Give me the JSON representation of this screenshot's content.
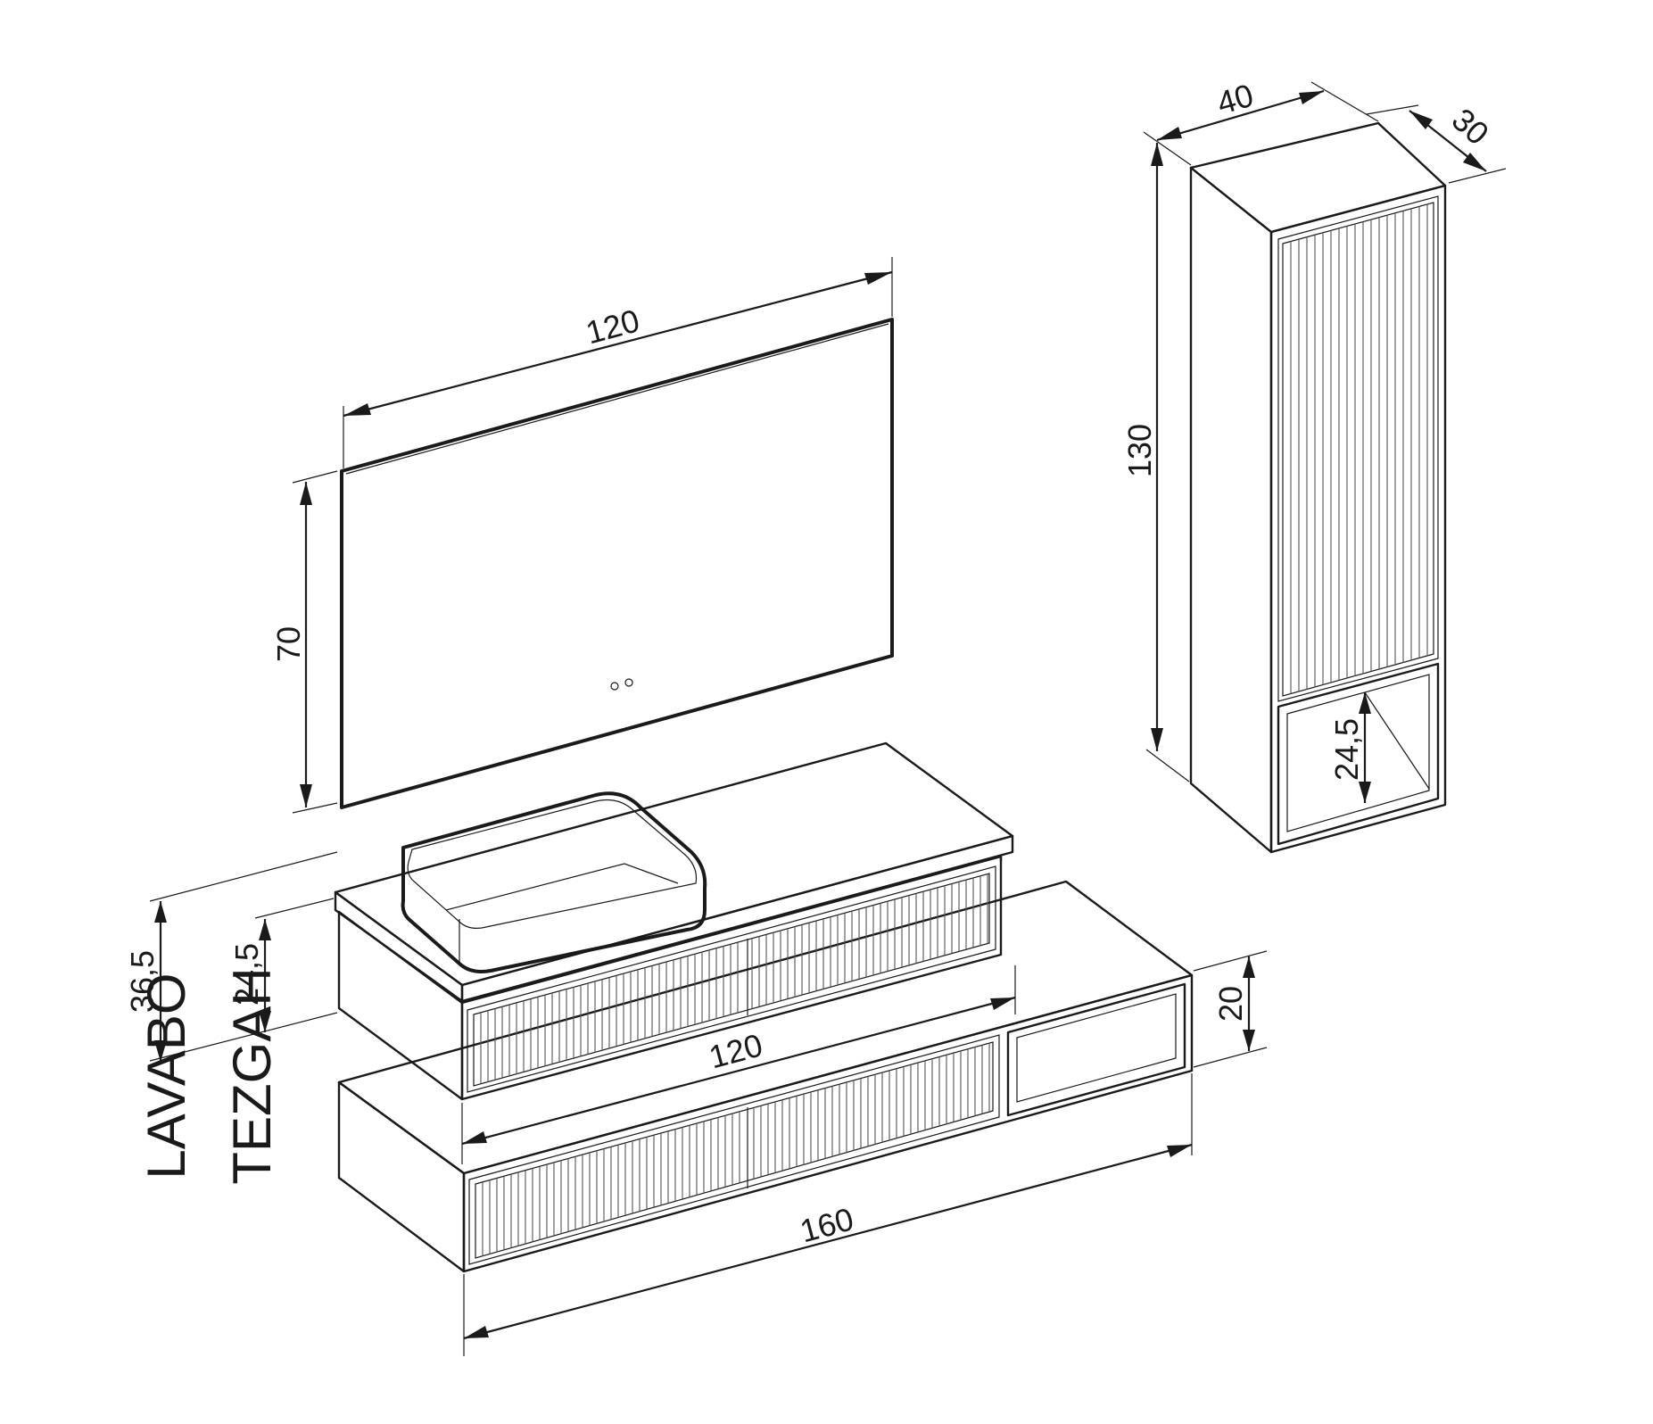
{
  "dimensions": {
    "mirror_width": "120",
    "mirror_height": "70",
    "tall_cabinet_width": "40",
    "tall_cabinet_depth": "30",
    "tall_cabinet_height": "130",
    "tall_cabinet_niche_height": "24,5",
    "sink_unit_total_height": "36,5",
    "sink_unit_body_height": "24,5",
    "sink_unit_width": "120",
    "counter_width": "160",
    "counter_height": "20"
  },
  "labels": {
    "sink_unit": "LAVABO",
    "counter": "TEZGAH"
  },
  "colors": {
    "line": "#1a1a1a",
    "background": "#ffffff"
  }
}
